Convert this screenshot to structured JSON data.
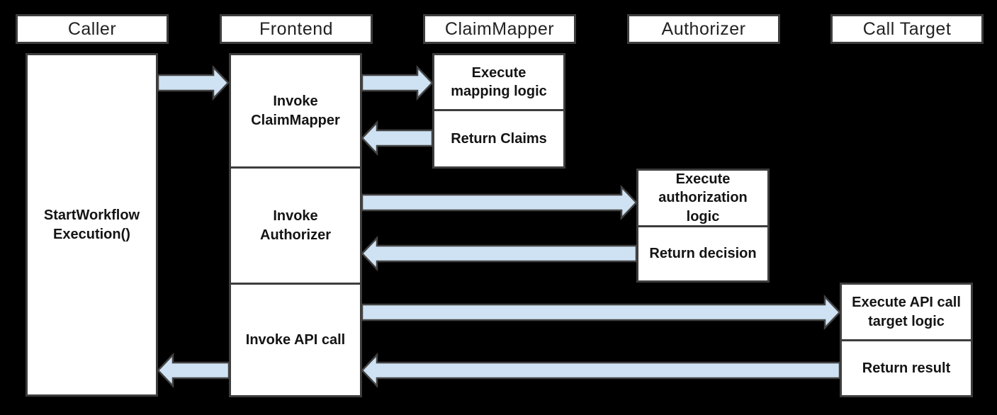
{
  "diagram_type": "sequence-flow",
  "colors": {
    "background": "#000000",
    "box_fill": "#ffffff",
    "box_border": "#3d3d3d",
    "arrow_fill": "#cfe2f3",
    "arrow_border": "#434343",
    "text": "#141414"
  },
  "actors": [
    {
      "label": "Caller"
    },
    {
      "label": "Frontend"
    },
    {
      "label": "ClaimMapper"
    },
    {
      "label": "Authorizer"
    },
    {
      "label": "Call Target"
    }
  ],
  "lanes": {
    "caller": {
      "activity_line1": "StartWorkflow",
      "activity_line2": "Execution()"
    },
    "frontend": {
      "steps": [
        {
          "label": "Invoke ClaimMapper"
        },
        {
          "label": "Invoke Authorizer"
        },
        {
          "label": "Invoke API call"
        }
      ]
    },
    "claimmapper": {
      "steps": [
        {
          "label": "Execute mapping logic"
        },
        {
          "label": "Return Claims"
        }
      ]
    },
    "authorizer": {
      "steps": [
        {
          "label": "Execute authorization logic"
        },
        {
          "label": "Return decision"
        }
      ]
    },
    "calltarget": {
      "steps": [
        {
          "label": "Execute API call target logic"
        },
        {
          "label": "Return result"
        }
      ]
    }
  },
  "flows": [
    {
      "from": "Caller",
      "to": "Frontend",
      "direction": "right"
    },
    {
      "from": "Frontend",
      "to": "ClaimMapper",
      "direction": "right"
    },
    {
      "from": "ClaimMapper",
      "to": "Frontend",
      "direction": "left"
    },
    {
      "from": "Frontend",
      "to": "Authorizer",
      "direction": "right"
    },
    {
      "from": "Authorizer",
      "to": "Frontend",
      "direction": "left"
    },
    {
      "from": "Frontend",
      "to": "Call Target",
      "direction": "right"
    },
    {
      "from": "Call Target",
      "to": "Frontend",
      "direction": "left"
    },
    {
      "from": "Frontend",
      "to": "Caller",
      "direction": "left"
    }
  ]
}
